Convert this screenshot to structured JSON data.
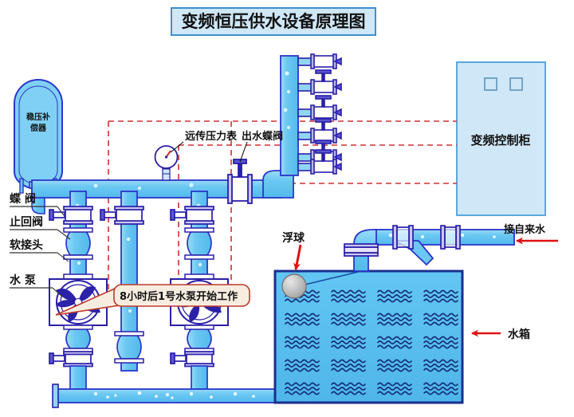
{
  "title": {
    "text": "变频恒压供水设备原理图",
    "box_fill": "#cfe7f7",
    "box_border": "#3f8fd0",
    "text_color": "#111111"
  },
  "colors": {
    "pipe_fill": "#63c3f0",
    "pipe_fill_light": "#8fd6f7",
    "pipe_stroke": "#2a37c8",
    "valve_stroke": "#2a1fa8",
    "valve_fill": "#ffffff",
    "tank_fill": "#5bc0f0",
    "tank_border": "#1a2f8f",
    "wave_color": "#14307a",
    "cabinet_fill": "#cfe7f7",
    "cabinet_border": "#5aa8dd",
    "control_line": "#d03030",
    "arrow_red": "#e01010",
    "impeller": "#2b22a8",
    "float_ball": "#c0c0c0",
    "callout_fill": "#f6ece0",
    "callout_border": "#c0392b",
    "label_text": "#111111"
  },
  "components": {
    "pressure_tank_label": "稳压补偿器",
    "control_cabinet_label": "变频控制柜"
  },
  "left_labels": [
    {
      "text": "蝶 阀",
      "name": "butterfly-valve"
    },
    {
      "text": "止回阀",
      "name": "check-valve"
    },
    {
      "text": "软接头",
      "name": "flexible-joint"
    },
    {
      "text": "水 泵",
      "name": "water-pump"
    }
  ],
  "inline_labels": [
    {
      "text": "远传压力表",
      "name": "remote-pressure-gauge"
    },
    {
      "text": "出水蝶阀",
      "name": "outlet-butterfly-valve"
    },
    {
      "text": "浮球",
      "name": "float-ball"
    },
    {
      "text": "接自来水",
      "name": "tap-water-inlet"
    },
    {
      "text": "水箱",
      "name": "water-tank"
    }
  ],
  "callout": {
    "text": "8小时后1号水泵开始工作"
  },
  "riser": {
    "outlet_count": 6
  },
  "tank": {
    "wave_rows": 5,
    "wave_cols": 4
  },
  "pumps": {
    "count": 2
  }
}
